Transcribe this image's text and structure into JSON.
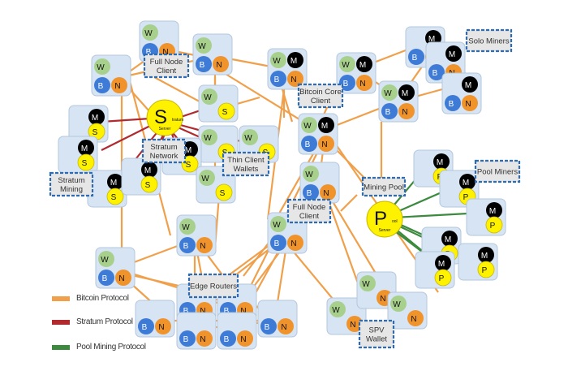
{
  "title": "Bitcoin network node types",
  "colors": {
    "bitcoin": "#f0a04b",
    "stratum": "#b02a30",
    "pool": "#3b8a3e",
    "box_fill": "#d6e4f3",
    "box_stroke": "#b3c7dd",
    "label_fill": "#e6e6e6",
    "label_border": "#2e6bb0",
    "wallet": "#a8d08d",
    "blockchain": "#3e7bd6",
    "network": "#f0932b",
    "miner": "#000000",
    "stratum_yellow": "#fff200"
  },
  "node_letters": {
    "wallet": "W",
    "blockchain": "B",
    "network": "N",
    "miner": "M",
    "stratum": "S",
    "pool": "P"
  },
  "servers": {
    "stratum": {
      "letter": "S",
      "sub": "tratum",
      "caption": "Server"
    },
    "pool": {
      "letter": "P",
      "sub": "ool",
      "caption": "Server"
    }
  },
  "labels": [
    {
      "id": "full-node-client-top",
      "text": [
        "Full Node",
        "Client"
      ]
    },
    {
      "id": "solo-miners",
      "text": [
        "Solo Miners"
      ]
    },
    {
      "id": "bitcoin-core-client",
      "text": [
        "Bitcoin Core",
        "Client"
      ]
    },
    {
      "id": "stratum-network",
      "text": [
        "Stratum",
        "Network"
      ]
    },
    {
      "id": "thin-client-wallets",
      "text": [
        "Thin Client",
        "Wallets"
      ]
    },
    {
      "id": "stratum-mining",
      "text": [
        "Stratum",
        "Mining"
      ]
    },
    {
      "id": "mining-pool",
      "text": [
        "Mining Pool"
      ]
    },
    {
      "id": "pool-miners",
      "text": [
        "Pool Miners"
      ]
    },
    {
      "id": "full-node-client-mid",
      "text": [
        "Full Node",
        "Client"
      ]
    },
    {
      "id": "edge-routers",
      "text": [
        "Edge Routers"
      ]
    },
    {
      "id": "spv-wallet",
      "text": [
        "SPV",
        "Wallet"
      ]
    }
  ],
  "legend": [
    {
      "label": "Bitcoin Protocol",
      "color": "#f0a04b"
    },
    {
      "label": "Stratum Protocol",
      "color": "#b02a30"
    },
    {
      "label": "Pool Mining Protocol",
      "color": "#3b8a3e"
    }
  ]
}
